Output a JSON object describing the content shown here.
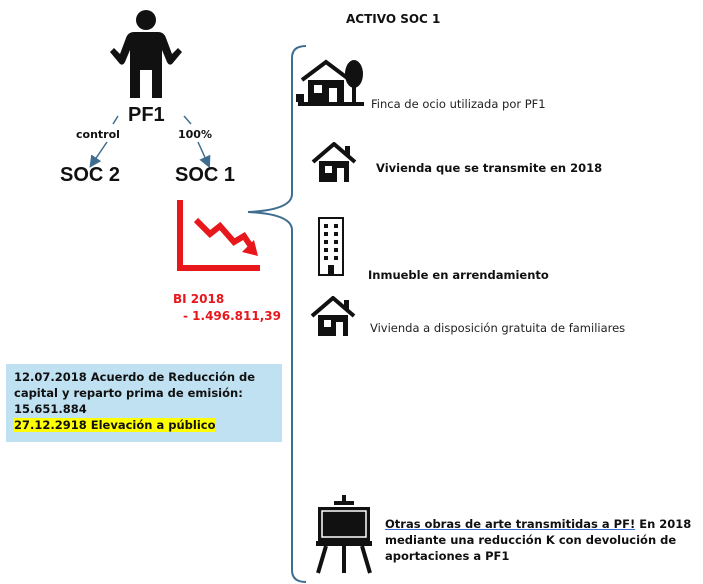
{
  "header": {
    "title": "ACTIVO SOC 1"
  },
  "person": {
    "label": "PF1"
  },
  "edges": {
    "left_label": "control",
    "right_label": "100%"
  },
  "companies": {
    "soc2": "SOC 2",
    "soc1": "SOC 1"
  },
  "bi": {
    "line1": "BI 2018",
    "line2": "- 1.496.811,39"
  },
  "info_box": {
    "line1": "12.07.2018 Acuerdo de Reducción de",
    "line2": "capital y reparto prima de emisión:",
    "line3": "15.651.884",
    "line4": "27.12.2918 Elevación a público"
  },
  "assets": [
    {
      "icon": "house-with-tree-icon",
      "text": "Finca de ocio utilizada por PF1"
    },
    {
      "icon": "house-icon",
      "text": "Vivienda que se transmite en 2018"
    },
    {
      "icon": "office-building-icon",
      "text": "Inmueble en arrendamiento"
    },
    {
      "icon": "house-icon",
      "text": "Vivienda a disposición gratuita de familiares"
    }
  ],
  "art": {
    "icon": "easel-painting-icon",
    "link_text": "Otras obras de arte transmitidas a PF!",
    "line1_rest": " En 2018",
    "line2": "mediante una  reducción K con devolución de",
    "line3": "aportaciones a PF1"
  },
  "colors": {
    "red": "#e8171b",
    "brace": "#3f6d8f",
    "infobox": "#bfe1f1",
    "highlight": "#ffff00"
  }
}
